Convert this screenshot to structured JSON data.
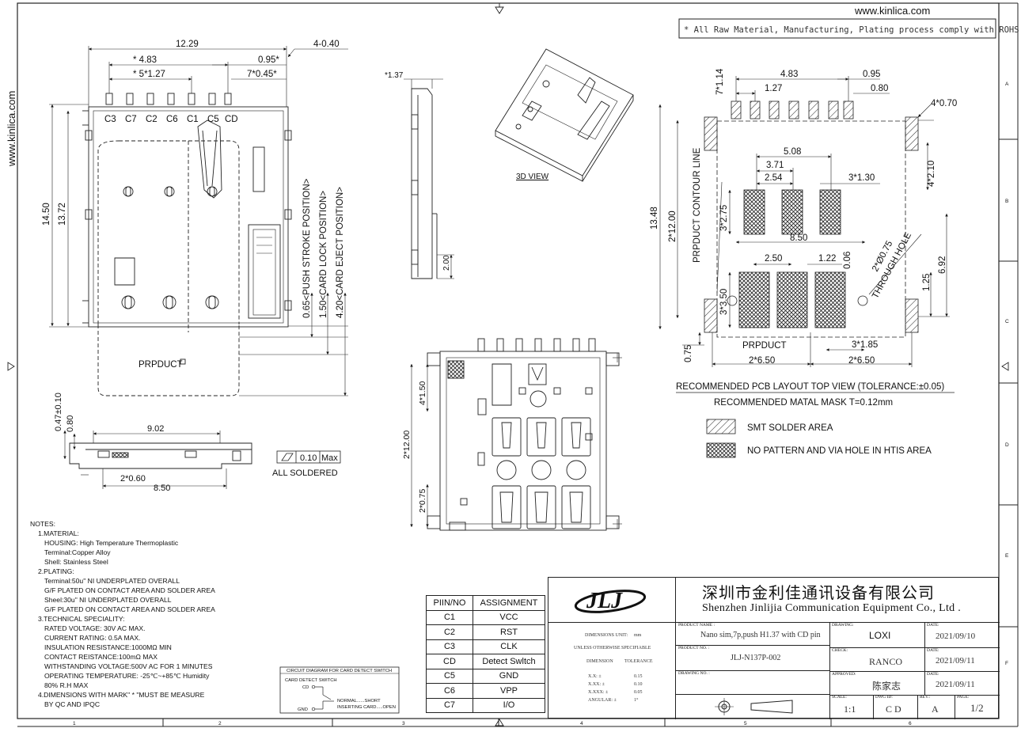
{
  "website": "www.kinlica.com",
  "side_website": "www.kinlica.com",
  "rohs_note": "* All Raw Material, Manufacturing, Plating process comply with ROHS",
  "top_view": {
    "dims": {
      "width": "12.29",
      "pitch_total": "* 4.83",
      "pitch": "* 5*1.27",
      "cd_gap": "0.95*",
      "cd_pitch": "7*0.45*",
      "peg": "4-0.40",
      "h1": "14.50",
      "h2": "13.72",
      "stroke": "0.65<PUSH STROKE POSITION>",
      "lock": "1.50<CARD LOCK POSITION>",
      "eject": "4.20<CARD EJECT POSITION>"
    },
    "pins": [
      "C3",
      "C7",
      "C2",
      "C6",
      "C1",
      "C5",
      "CD"
    ],
    "product": "PRPDUCT"
  },
  "side_view": {
    "thk": "*1.37",
    "h": "2.00"
  },
  "view3d_label": "3D VIEW",
  "front_view": {
    "w1": "9.02",
    "w2": "8.50",
    "w3": "2*0.60",
    "h1": "0.47±0.10",
    "h2": "0.80",
    "flat": "0.10",
    "flat_unit": "Max",
    "solder": "ALL SOLDERED"
  },
  "bottom_view": {
    "h1": "4*1.50",
    "h2": "2*12.00",
    "h3": "2*0.75"
  },
  "pcb_layout": {
    "dims": {
      "d483": "4.83",
      "d127": "1.27",
      "d095": "0.95",
      "d080": "0.80",
      "d714": "7*1.14",
      "d470": "4*0.70",
      "d210": "4*2.10",
      "d508": "5.08",
      "d371": "3.71",
      "d254": "2.54",
      "d130": "3*1.30",
      "d275": "3*2.75",
      "d850": "8.50",
      "d250": "2.50",
      "d122": "1.22",
      "d006": "0.06",
      "d075": "2*Ø0.75",
      "through": "THROUGH HOLE",
      "d350": "3*3.50",
      "d125": "1.25",
      "d692": "6.92",
      "d1348": "13.48",
      "d1200": "2*12.00",
      "contour": "PRPDUCT CONTOUR LINE",
      "product": "PRPDUCT",
      "d185": "3*1.85",
      "d650a": "2*6.50",
      "d650b": "2*6.50",
      "d075b": "0.75"
    },
    "caption1": "RECOMMENDED PCB LAYOUT TOP VIEW (TOLERANCE:±0.05)",
    "caption2": "RECOMMENDED MATAL MASK T=0.12mm",
    "legend1": "SMT SOLDER AREA",
    "legend2": "NO PATTERN AND VIA HOLE IN HTIS AREA"
  },
  "notes": {
    "title": "NOTES:",
    "lines": [
      [
        "1",
        "1.MATERIAL:"
      ],
      [
        "2",
        "HOUSING: High Temperature Thermoplastic"
      ],
      [
        "2",
        "Terminal:Copper Alloy"
      ],
      [
        "2",
        "Shell: Stainless Steel"
      ],
      [
        "1",
        "2.PLATING:"
      ],
      [
        "2",
        "Terminal:50u\" NI UNDERPLATED OVERALL"
      ],
      [
        "2",
        "G/F PLATED ON CONTACT AREA AND SOLDER AREA"
      ],
      [
        "2",
        "Sheel:30u\" NI UNDERPLATED OVERALL"
      ],
      [
        "2",
        "G/F PLATED ON CONTACT AREA AND SOLDER AREA"
      ],
      [
        "1",
        "3.TECHNICAL SPECIALITY:"
      ],
      [
        "2",
        "RATED VOLTAGE: 30V AC MAX."
      ],
      [
        "2",
        "CURRENT RATING: 0.5A MAX."
      ],
      [
        "2",
        "INSULATION RESISTANCE:1000MΩ MIN"
      ],
      [
        "2",
        "CONTACT REISTANCE:100mΩ MAX"
      ],
      [
        "2",
        "WITHSTANDING VOLTAGE:500V AC FOR 1 MINUTES"
      ],
      [
        "2",
        "OPERATING TEMPERATURE: -25℃~+85℃ Humidity"
      ],
      [
        "2",
        "80% R.H MAX"
      ],
      [
        "1",
        "4.DIMENSIONS WITH MARK\" * \"MUST BE MEASURE"
      ],
      [
        "2",
        "BY QC AND IPQC"
      ]
    ]
  },
  "circuit": {
    "title": "CIRCUIT DIAGRAM FOR CARD DETECT SWITCH",
    "sub": "CARD DETECT SWITCH",
    "cd": "CD",
    "gnd": "GND",
    "normal": "NORMAL......SHORT",
    "insert": "INSERTING CARD.....OPEN"
  },
  "pin_table": {
    "headers": [
      "PIIN/NO",
      "ASSIGNMENT"
    ],
    "rows": [
      [
        "C1",
        "VCC"
      ],
      [
        "C2",
        "RST"
      ],
      [
        "C3",
        "CLK"
      ],
      [
        "CD",
        "Detect Swltch"
      ],
      [
        "C5",
        "GND"
      ],
      [
        "C6",
        "VPP"
      ],
      [
        "C7",
        "I/O"
      ]
    ]
  },
  "title_block": {
    "company_cn": "深圳市金利佳通讯设备有限公司",
    "company_en": "Shenzhen Jinlijia Communication Equipment Co., Ltd .",
    "logo": "JLJ",
    "dim_unit_label": "DIMENSIONS UNIT:",
    "dim_unit": "mm",
    "unless": "UNLESS OTHERWISE SPECIFIABLE",
    "dimension": "DIMENSION",
    "tolerance": "TOLERANCE",
    "tol_rows": [
      [
        "X.X: ±",
        "0.15"
      ],
      [
        "X.XX: ±",
        "0.10"
      ],
      [
        "X.XXX: ±",
        "0.05"
      ],
      [
        "ANGULAR: ±",
        "1°"
      ]
    ],
    "product_name_label": "PRODUCT NAME :",
    "product_name": "Nano sim,7p,push H1.37 with CD pin",
    "product_no_label": "PRODUCT NO. :",
    "product_no": "JLJ-N137P-002",
    "drawing_no_label": "DRAWING NO. :",
    "drawing_label": "DRAWING:",
    "drawing": "LOXI",
    "check_label": "CHECK:",
    "check": "RANCO",
    "approved_label": "APPROVED:",
    "approved": "陈家志",
    "date_label": "DATE:",
    "date1": "2021/09/10",
    "date2": "2021/09/11",
    "date3": "2021/09/11",
    "scale_label": "SCALE:",
    "scale": "1:1",
    "dwg_id_label": "DWG ID:",
    "dwg_id": "C D",
    "rev_label": "REV.:",
    "rev": "A",
    "page_label": "PAGE:",
    "page": "1/2"
  },
  "frame": {
    "bottom_zones": [
      "1",
      "2",
      "3",
      "4",
      "5",
      "6"
    ],
    "right_zones": [
      "A",
      "B",
      "C",
      "D",
      "E",
      "F"
    ]
  }
}
